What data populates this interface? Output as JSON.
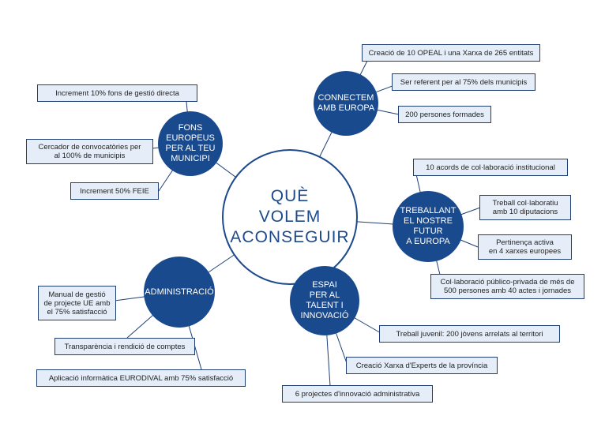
{
  "center": {
    "lines": [
      "QUÈ",
      "VOLEM",
      "ACONSEGUIR"
    ]
  },
  "topics": {
    "fons": [
      "FONS",
      "EUROPEUS",
      "PER AL TEU",
      "MUNICIPI"
    ],
    "connectem": [
      "CONNECTEM",
      "AMB EUROPA"
    ],
    "treballant": [
      "TREBALLANT",
      "EL NOSTRE",
      "FUTUR",
      "A EUROPA"
    ],
    "espai": [
      "ESPAI",
      "PER AL",
      "TALENT I",
      "INNOVACIÓ"
    ],
    "administracio": [
      "ADMINISTRACIÓ"
    ]
  },
  "boxes": {
    "increment_fons": [
      "Increment 10% fons de gestió directa"
    ],
    "cercador": [
      "Cercador de convocatòries per",
      "al 100% de municipis"
    ],
    "increment_feie": [
      "Increment 50% FEIE"
    ],
    "opeal": [
      "Creació de 10 OPEAL i una Xarxa de 265 entitats"
    ],
    "referent": [
      "Ser referent per al 75% dels municipis"
    ],
    "persones": [
      "200 persones formades"
    ],
    "acords": [
      "10 acords de col·laboració institucional"
    ],
    "diputacions": [
      "Treball col·laboratiu",
      "amb 10 diputacions"
    ],
    "xarxes": [
      "Pertinença activa",
      "en 4 xarxes europees"
    ],
    "publico_privada": [
      "Col·laboració público-privada de més de",
      "500 persones amb 40 actes i jornades"
    ],
    "juvenil": [
      "Treball juvenil: 200 jòvens arrelats al territori"
    ],
    "experts": [
      "Creació Xarxa d'Experts de la província"
    ],
    "innovacio": [
      "6 projectes d'innovació administrativa"
    ],
    "manual": [
      "Manual de gestió",
      "de projecte UE amb",
      "el 75% satisfacció"
    ],
    "transparencia": [
      "Transparència i rendició de comptes"
    ],
    "eurodival": [
      "Aplicació informàtica EURODIVAL amb 75% satisfacció"
    ]
  }
}
